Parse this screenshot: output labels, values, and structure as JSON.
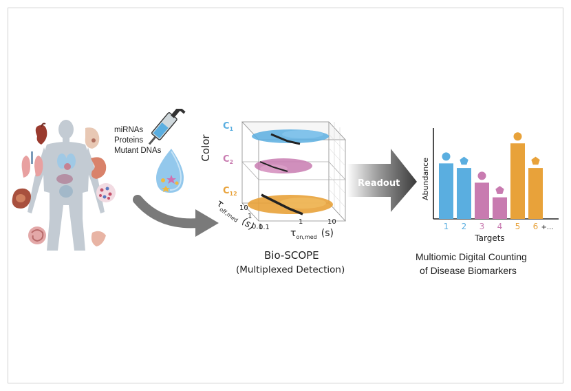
{
  "analytes": [
    "miRNAs",
    "Proteins",
    "Mutant DNAs"
  ],
  "scope": {
    "color_axis": "Color",
    "channels": [
      {
        "label": "C",
        "sub": "1",
        "color": "#5aaee0"
      },
      {
        "label": "C",
        "sub": "2",
        "color": "#c87bb0"
      },
      {
        "label": "C",
        "sub": "12",
        "color": "#e8a23a"
      }
    ],
    "tau_off_label": "τ",
    "tau_off_sub": "off,med",
    "tau_off_unit": "(s)",
    "tau_on_label": "τ",
    "tau_on_sub": "on,med",
    "tau_on_unit": "(s)",
    "ticks_on": [
      "0.1",
      "1",
      "10"
    ],
    "ticks_off": [
      "10",
      "1",
      "0.1"
    ],
    "title": "Bio-SCOPE",
    "subtitle": "(Multiplexed Detection)"
  },
  "readout_label": "Readout",
  "chart_data": {
    "type": "bar",
    "categories": [
      "1",
      "2",
      "3",
      "4",
      "5",
      "6"
    ],
    "extra_tick": "+...",
    "values": [
      0.72,
      0.66,
      0.47,
      0.28,
      0.98,
      0.66
    ],
    "colors": [
      "#5aaee0",
      "#5aaee0",
      "#c87bb0",
      "#c87bb0",
      "#e8a23a",
      "#e8a23a"
    ],
    "markers": [
      "circle",
      "pentagon",
      "circle",
      "pentagon",
      "circle",
      "pentagon"
    ],
    "xlabel": "Targets",
    "ylabel": "Abundance",
    "ylim": [
      0,
      1
    ]
  },
  "result": {
    "line1": "Multiomic Digital Counting",
    "line2": "of Disease Biomarkers"
  }
}
